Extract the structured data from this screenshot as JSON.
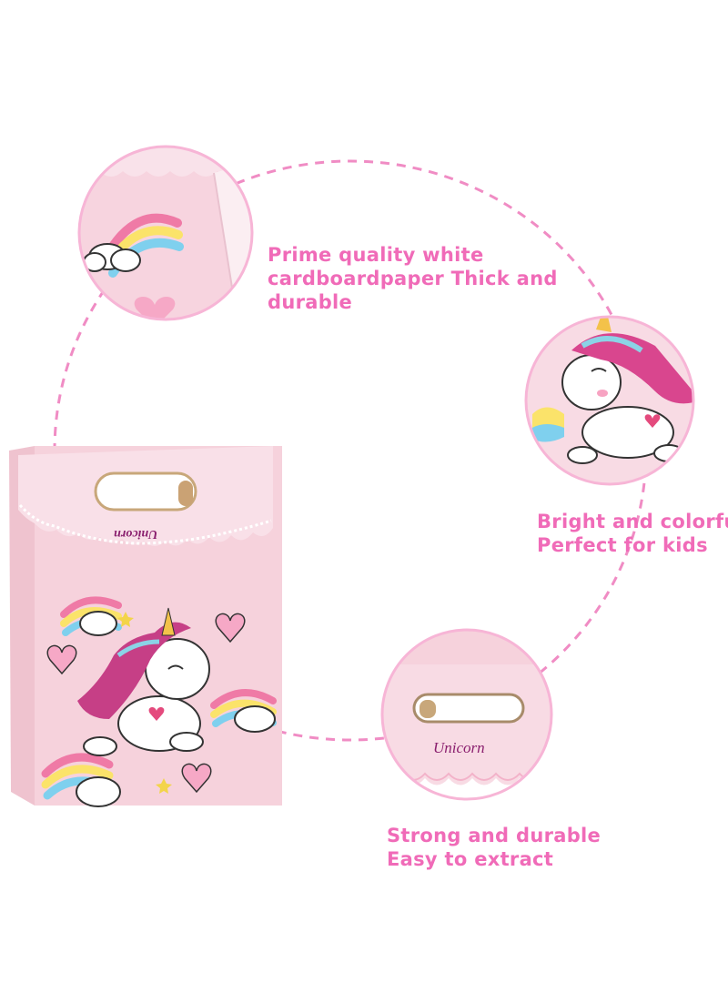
{
  "colors": {
    "caption": "#f06bb8",
    "dashed_ring": "#f08cc4",
    "bag_pink": "#f6d2dc",
    "bag_label": "#8a1f6e",
    "circle_border": "#f7b5d6"
  },
  "bag": {
    "label": "Unicorn"
  },
  "callout_handle": {
    "label": "Unicorn"
  },
  "captions": [
    {
      "lines": [
        "Prime quality white",
        "cardboardpaper Thick and",
        "durable"
      ]
    },
    {
      "lines": [
        "Bright and colorfu",
        "Perfect for kids"
      ]
    },
    {
      "lines": [
        "Strong and durable",
        "Easy to extract"
      ]
    }
  ]
}
